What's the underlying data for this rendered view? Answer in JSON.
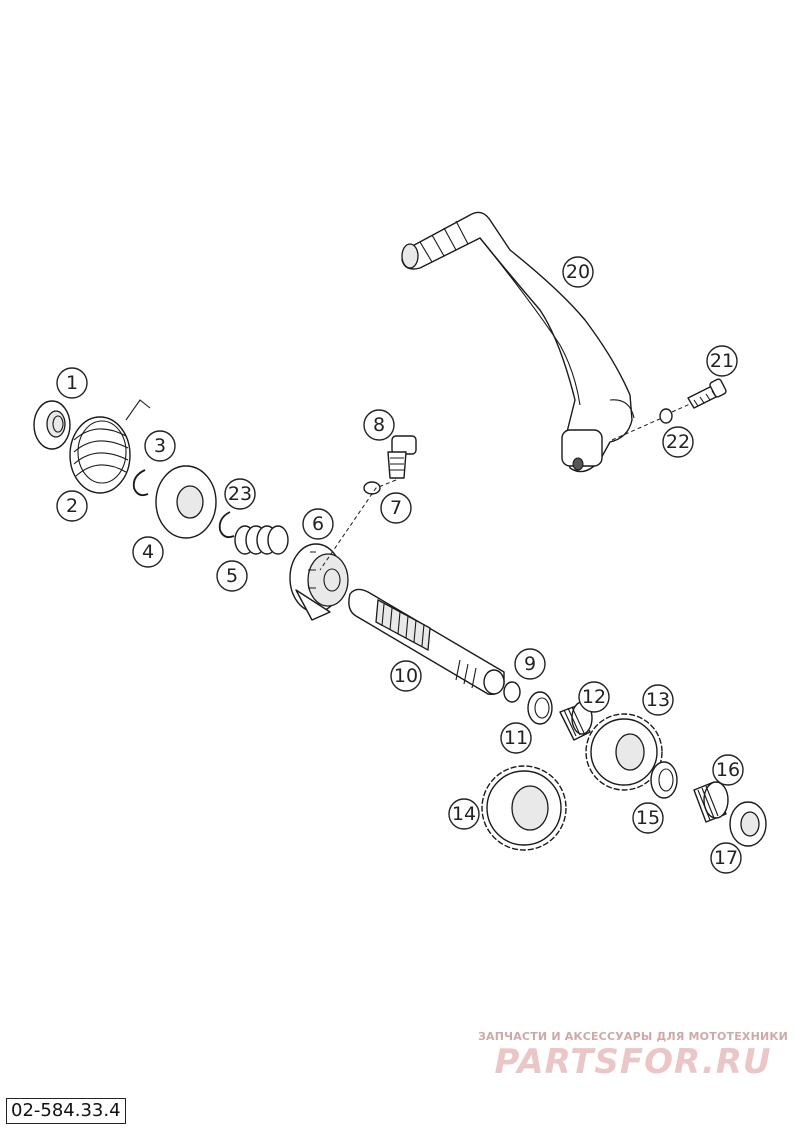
{
  "callouts": [
    "1",
    "2",
    "3",
    "4",
    "5",
    "6",
    "7",
    "8",
    "9",
    "10",
    "11",
    "12",
    "13",
    "14",
    "15",
    "16",
    "17",
    "20",
    "21",
    "22",
    "23"
  ],
  "watermark": {
    "caption": "ЗАПЧАСТИ И АКСЕССУАРЫ ДЛЯ МОТОТЕХНИКИ",
    "logo": "PARTSFOR.RU"
  },
  "diagram_code": "02-584.33.4"
}
